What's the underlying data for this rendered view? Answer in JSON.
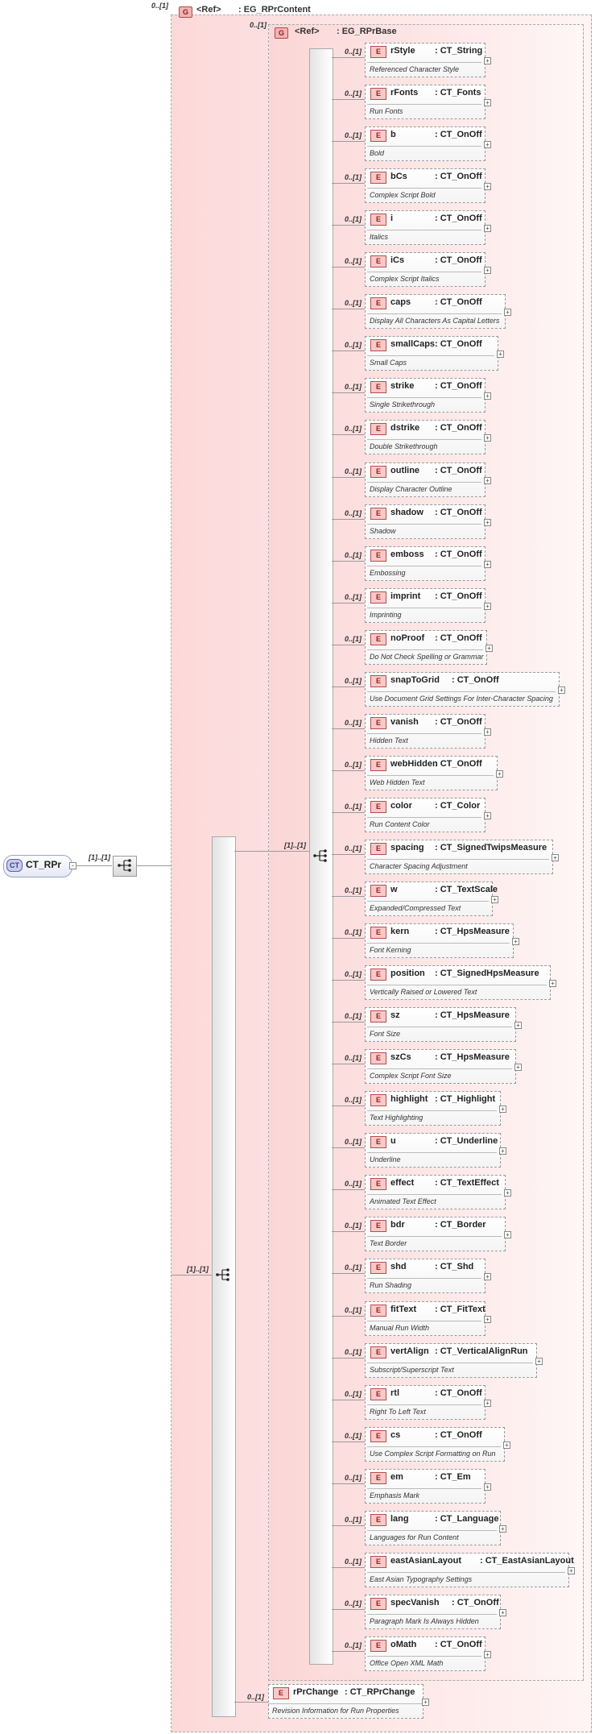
{
  "root": {
    "badge": "CT",
    "name": "CT_RPr",
    "occurs": "[1]..[1]"
  },
  "outer_group": {
    "badge": "G",
    "ref": "<Ref>",
    "name": ": EG_RPrContent",
    "occurs": "0..[1]"
  },
  "inner_group": {
    "badge": "G",
    "ref": "<Ref>",
    "name": ": EG_RPrBase",
    "occurs": "0..[1]"
  },
  "choice_occurs": "[1]..[1]",
  "outer_seq_occurs": "[1]..[1]",
  "element_badge": "E",
  "elements": [
    {
      "occurs": "0..[1]",
      "name": "rStyle",
      "type": ": CT_String",
      "desc": "Referenced Character Style"
    },
    {
      "occurs": "0..[1]",
      "name": "rFonts",
      "type": ": CT_Fonts",
      "desc": "Run Fonts"
    },
    {
      "occurs": "0..[1]",
      "name": "b",
      "type": ": CT_OnOff",
      "desc": "Bold"
    },
    {
      "occurs": "0..[1]",
      "name": "bCs",
      "type": ": CT_OnOff",
      "desc": "Complex Script Bold"
    },
    {
      "occurs": "0..[1]",
      "name": "i",
      "type": ": CT_OnOff",
      "desc": "Italics"
    },
    {
      "occurs": "0..[1]",
      "name": "iCs",
      "type": ": CT_OnOff",
      "desc": "Complex Script Italics"
    },
    {
      "occurs": "0..[1]",
      "name": "caps",
      "type": ": CT_OnOff",
      "desc": "Display All Characters As Capital Letters"
    },
    {
      "occurs": "0..[1]",
      "name": "smallCaps",
      "type": ": CT_OnOff",
      "desc": "Small Caps"
    },
    {
      "occurs": "0..[1]",
      "name": "strike",
      "type": ": CT_OnOff",
      "desc": "Single Strikethrough"
    },
    {
      "occurs": "0..[1]",
      "name": "dstrike",
      "type": ": CT_OnOff",
      "desc": "Double Strikethrough"
    },
    {
      "occurs": "0..[1]",
      "name": "outline",
      "type": ": CT_OnOff",
      "desc": "Display Character Outline"
    },
    {
      "occurs": "0..[1]",
      "name": "shadow",
      "type": ": CT_OnOff",
      "desc": "Shadow"
    },
    {
      "occurs": "0..[1]",
      "name": "emboss",
      "type": ": CT_OnOff",
      "desc": "Embossing"
    },
    {
      "occurs": "0..[1]",
      "name": "imprint",
      "type": ": CT_OnOff",
      "desc": "Imprinting"
    },
    {
      "occurs": "0..[1]",
      "name": "noProof",
      "type": ": CT_OnOff",
      "desc": "Do Not Check Spelling or Grammar"
    },
    {
      "occurs": "0..[1]",
      "name": "snapToGrid",
      "type": ": CT_OnOff",
      "desc": "Use Document Grid Settings For Inter-Character Spacing"
    },
    {
      "occurs": "0..[1]",
      "name": "vanish",
      "type": ": CT_OnOff",
      "desc": "Hidden Text"
    },
    {
      "occurs": "0..[1]",
      "name": "webHidden",
      "type": ": CT_OnOff",
      "desc": "Web Hidden Text"
    },
    {
      "occurs": "0..[1]",
      "name": "color",
      "type": ": CT_Color",
      "desc": "Run Content Color"
    },
    {
      "occurs": "0..[1]",
      "name": "spacing",
      "type": ": CT_SignedTwipsMeasure",
      "desc": "Character Spacing Adjustment"
    },
    {
      "occurs": "0..[1]",
      "name": "w",
      "type": ": CT_TextScale",
      "desc": "Expanded/Compressed Text"
    },
    {
      "occurs": "0..[1]",
      "name": "kern",
      "type": ": CT_HpsMeasure",
      "desc": "Font Kerning"
    },
    {
      "occurs": "0..[1]",
      "name": "position",
      "type": ": CT_SignedHpsMeasure",
      "desc": "Vertically Raised or Lowered Text"
    },
    {
      "occurs": "0..[1]",
      "name": "sz",
      "type": ": CT_HpsMeasure",
      "desc": "Font Size"
    },
    {
      "occurs": "0..[1]",
      "name": "szCs",
      "type": ": CT_HpsMeasure",
      "desc": "Complex Script Font Size"
    },
    {
      "occurs": "0..[1]",
      "name": "highlight",
      "type": ": CT_Highlight",
      "desc": "Text Highlighting"
    },
    {
      "occurs": "0..[1]",
      "name": "u",
      "type": ": CT_Underline",
      "desc": "Underline"
    },
    {
      "occurs": "0..[1]",
      "name": "effect",
      "type": ": CT_TextEffect",
      "desc": "Animated Text Effect"
    },
    {
      "occurs": "0..[1]",
      "name": "bdr",
      "type": ": CT_Border",
      "desc": "Text Border"
    },
    {
      "occurs": "0..[1]",
      "name": "shd",
      "type": ": CT_Shd",
      "desc": "Run Shading"
    },
    {
      "occurs": "0..[1]",
      "name": "fitText",
      "type": ": CT_FitText",
      "desc": "Manual Run Width"
    },
    {
      "occurs": "0..[1]",
      "name": "vertAlign",
      "type": ": CT_VerticalAlignRun",
      "desc": "Subscript/Superscript Text"
    },
    {
      "occurs": "0..[1]",
      "name": "rtl",
      "type": ": CT_OnOff",
      "desc": "Right To Left Text"
    },
    {
      "occurs": "0..[1]",
      "name": "cs",
      "type": ": CT_OnOff",
      "desc": "Use Complex Script Formatting on Run"
    },
    {
      "occurs": "0..[1]",
      "name": "em",
      "type": ": CT_Em",
      "desc": "Emphasis Mark"
    },
    {
      "occurs": "0..[1]",
      "name": "lang",
      "type": ": CT_Language",
      "desc": "Languages for Run Content"
    },
    {
      "occurs": "0..[1]",
      "name": "eastAsianLayout",
      "type": ": CT_EastAsianLayout",
      "desc": "East Asian Typography Settings"
    },
    {
      "occurs": "0..[1]",
      "name": "specVanish",
      "type": ": CT_OnOff",
      "desc": "Paragraph Mark Is Always Hidden"
    },
    {
      "occurs": "0..[1]",
      "name": "oMath",
      "type": ": CT_OnOff",
      "desc": "Office Open XML Math"
    }
  ],
  "rprchange": {
    "occurs": "0..[1]",
    "name": "rPrChange",
    "type": ": CT_RPrChange",
    "desc": "Revision Information for Run Properties"
  },
  "expand_glyph": "+",
  "collapse_glyph": "-"
}
